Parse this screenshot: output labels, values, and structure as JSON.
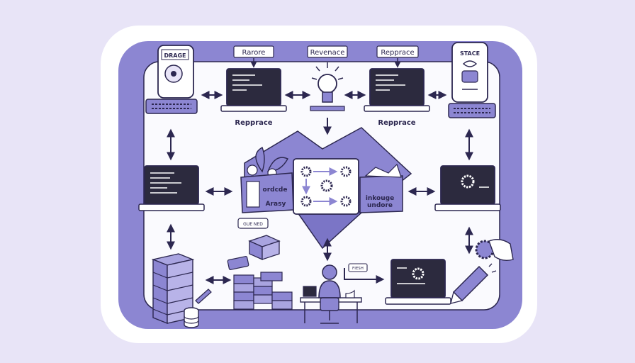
{
  "diagram": {
    "colors": {
      "background": "#e8e4f7",
      "card": "#ffffff",
      "frame": "#8c86d2",
      "inner": "#fafafe",
      "ink": "#2c2750",
      "accent": "#8c86d2",
      "screen": "#2c2a3e"
    },
    "tags": {
      "rarore": "Rarore",
      "revenace": "Revenace",
      "repprace_top": "Repprace"
    },
    "device_labels": {
      "drage": "DRAGE",
      "stace": "STACE"
    },
    "captions": {
      "repprace_left": "Repprace",
      "repprace_right": "Repprace"
    },
    "center_box": {
      "left_text_1": "ordcde",
      "left_text_2": "Arasy",
      "right_text_1": "inkouge",
      "right_text_2": "undore"
    },
    "small_tags": {
      "bubble": "GUE NED",
      "fiesh": "FIESH"
    },
    "icons": [
      "hard-drive-icon",
      "laptop-icon",
      "lightbulb-icon",
      "server-rack-icon",
      "database-icon",
      "box-icon",
      "books-icon",
      "developer-icon",
      "gear-icon",
      "pencil-icon",
      "plant-icon"
    ]
  }
}
